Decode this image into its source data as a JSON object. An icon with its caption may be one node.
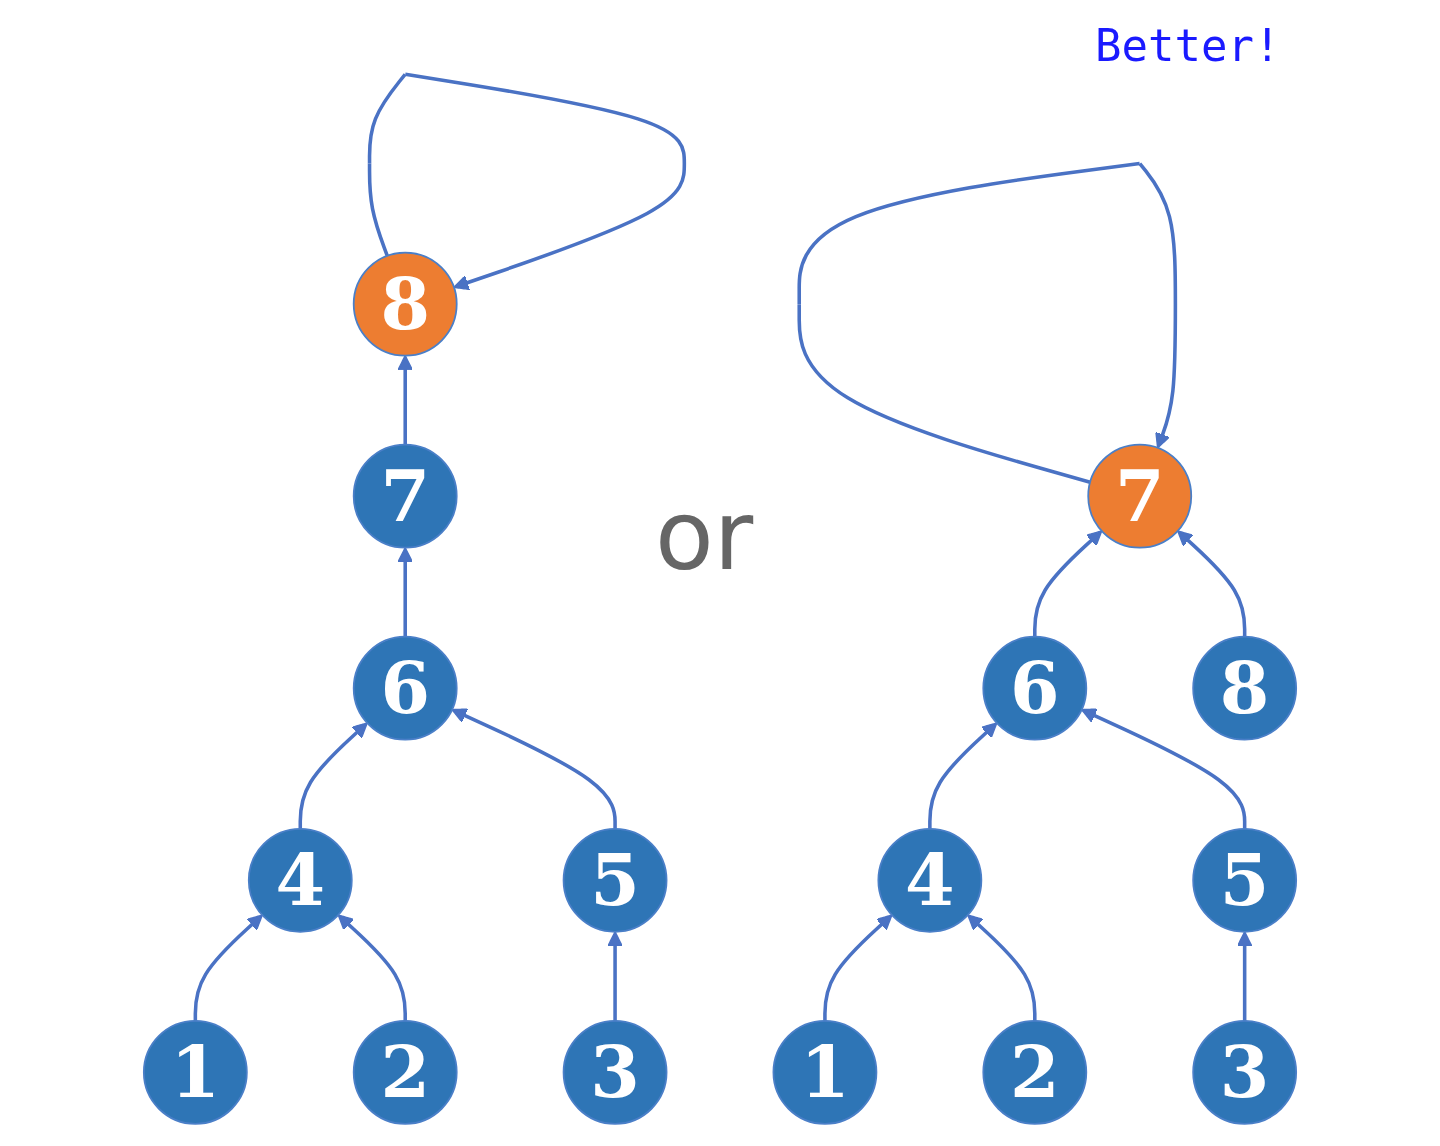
{
  "diagram": {
    "nodes": [
      {
        "text": [
          "8"
        ]
      },
      {
        "text": [
          "7"
        ]
      },
      {
        "text": [
          "6"
        ]
      },
      {
        "text": [
          "4"
        ]
      },
      {
        "text": [
          "5"
        ]
      },
      {
        "text": [
          "1"
        ]
      },
      {
        "text": [
          "2"
        ]
      },
      {
        "text": [
          "3"
        ]
      },
      {
        "text": [
          "7"
        ]
      },
      {
        "text": [
          "6"
        ]
      },
      {
        "text": [
          "8"
        ]
      },
      {
        "text": [
          "4"
        ]
      },
      {
        "text": [
          "5"
        ]
      },
      {
        "text": [
          "1"
        ]
      },
      {
        "text": [
          "2"
        ]
      },
      {
        "text": [
          "3"
        ]
      }
    ],
    "edges": [
      {
        "from": 0,
        "to": 0,
        "arrow": "to"
      },
      {
        "from": 1,
        "to": 0,
        "arrow": "to"
      },
      {
        "from": 2,
        "to": 1,
        "arrow": "to"
      },
      {
        "from": 3,
        "to": 2,
        "arrow": "to"
      },
      {
        "from": 4,
        "to": 2,
        "arrow": "to"
      },
      {
        "from": 5,
        "to": 3,
        "arrow": "to"
      },
      {
        "from": 6,
        "to": 3,
        "arrow": "to"
      },
      {
        "from": 7,
        "to": 4,
        "arrow": "to"
      },
      {
        "from": 8,
        "to": 8,
        "arrow": "to"
      },
      {
        "from": 9,
        "to": 8,
        "arrow": "to"
      },
      {
        "from": 10,
        "to": 8,
        "arrow": "to"
      },
      {
        "from": 11,
        "to": 9,
        "arrow": "to"
      },
      {
        "from": 12,
        "to": 9,
        "arrow": "to"
      },
      {
        "from": 13,
        "to": 11,
        "arrow": "to"
      },
      {
        "from": 14,
        "to": 11,
        "arrow": "to"
      },
      {
        "from": 15,
        "to": 12,
        "arrow": "to"
      }
    ],
    "labels": [
      "or",
      "Better!"
    ]
  }
}
